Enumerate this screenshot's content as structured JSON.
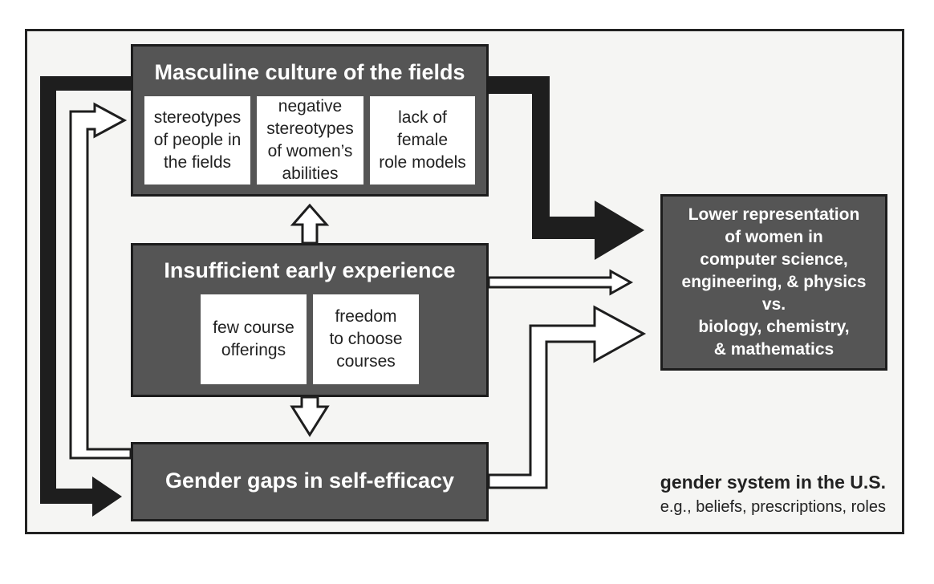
{
  "masculine": {
    "title": "Masculine culture of the fields",
    "items": [
      [
        "stereotypes",
        "of people in",
        "the fields"
      ],
      [
        "negative",
        "stereotypes",
        "of women’s",
        "abilities"
      ],
      [
        "lack of",
        "female",
        "role models"
      ]
    ]
  },
  "early": {
    "title": "Insufficient early experience",
    "items": [
      [
        "few course",
        "offerings"
      ],
      [
        "freedom",
        "to choose",
        "courses"
      ]
    ]
  },
  "gender_gaps": {
    "title": "Gender gaps in self-efficacy"
  },
  "outcome": {
    "lines": [
      "Lower representation",
      "of women in",
      "computer science,",
      "engineering, & physics",
      "vs.",
      "biology, chemistry,",
      "& mathematics"
    ]
  },
  "legend": {
    "title": "gender system in the U.S.",
    "subtitle": "e.g., beliefs, prescriptions, roles"
  }
}
